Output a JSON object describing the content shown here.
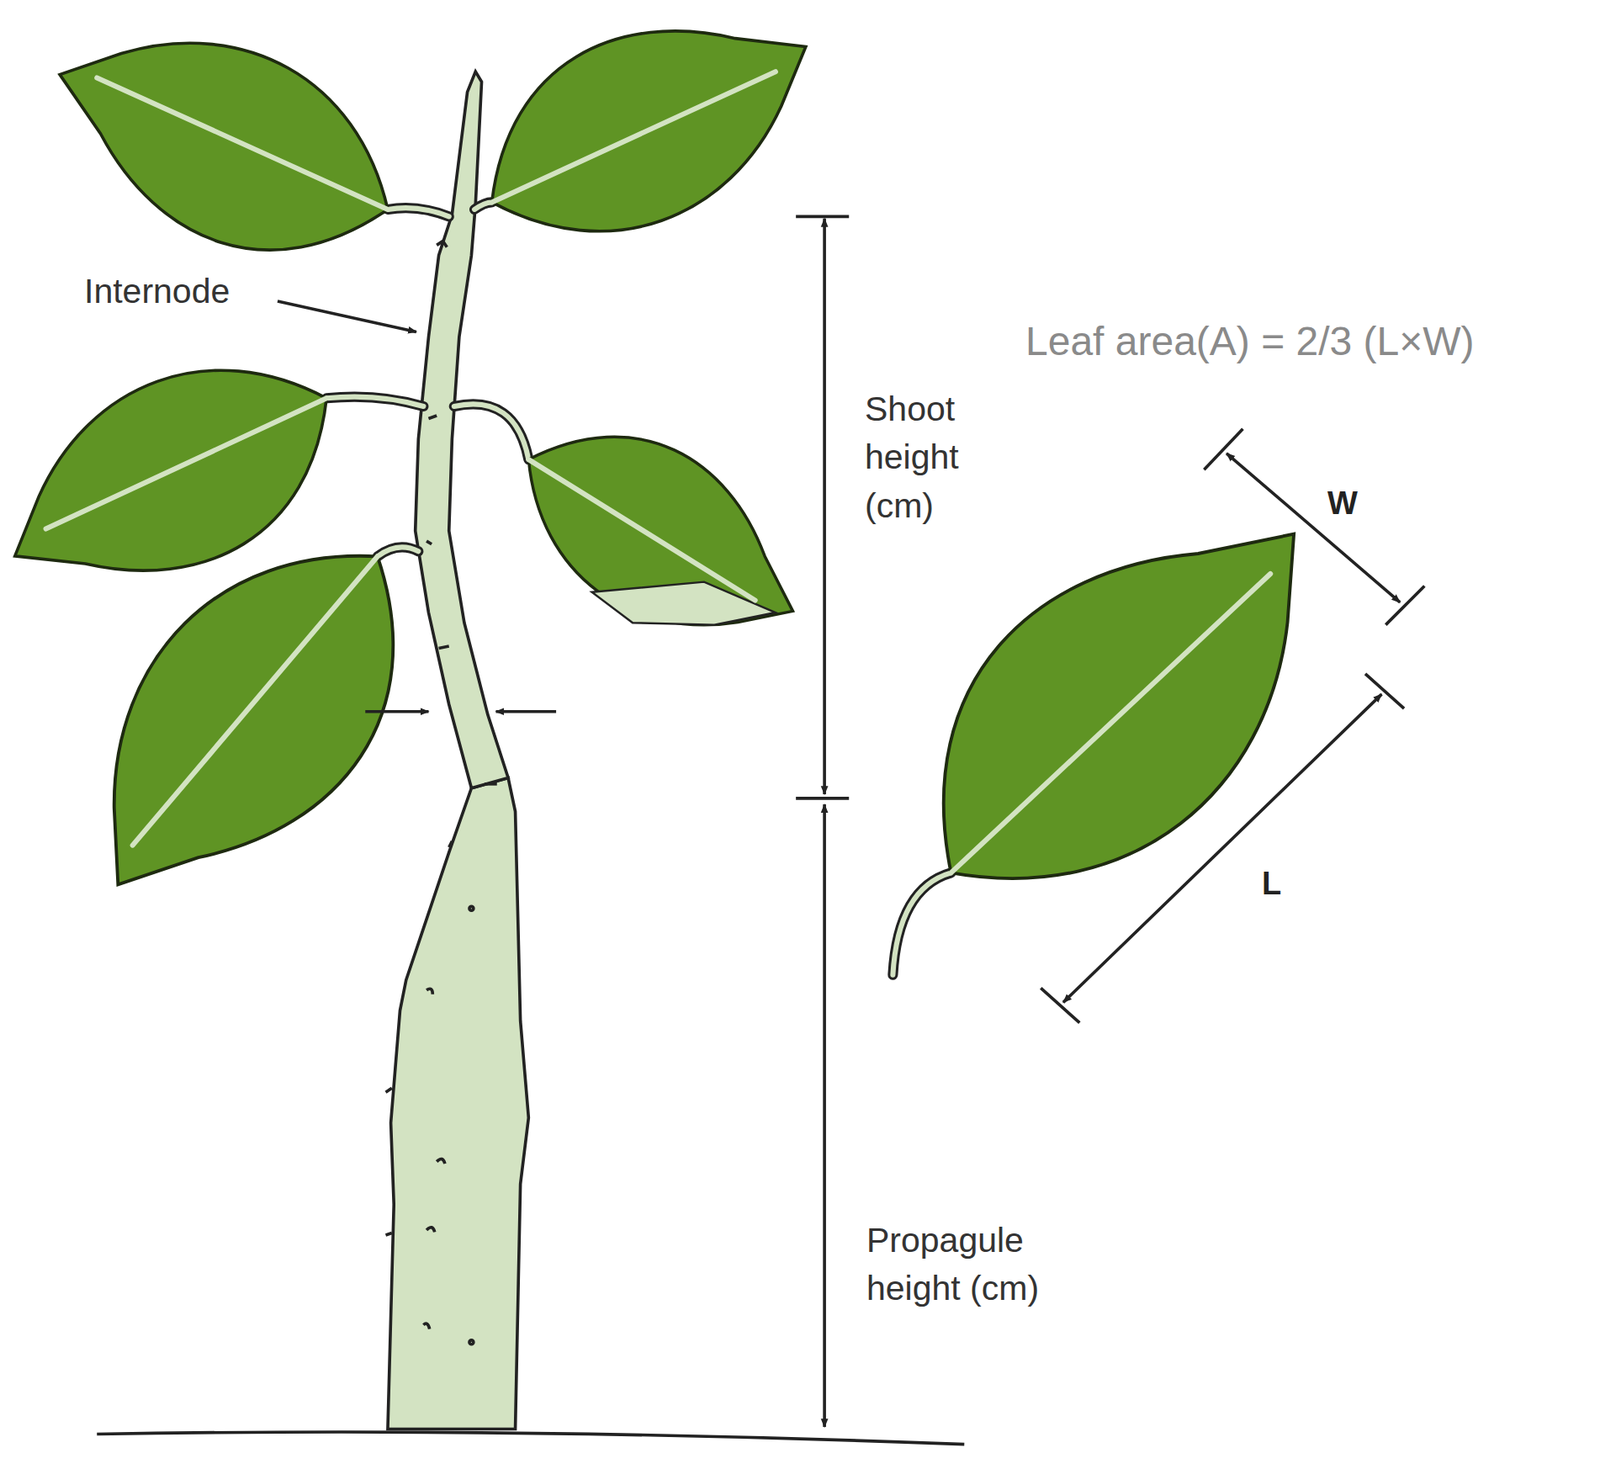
{
  "diagram": {
    "labels": [
      "Internode",
      "Shoot height (cm)",
      "Propagule height (cm)",
      "Leaf area(A) = 2/3 (L×W)",
      "W",
      "L"
    ]
  }
}
